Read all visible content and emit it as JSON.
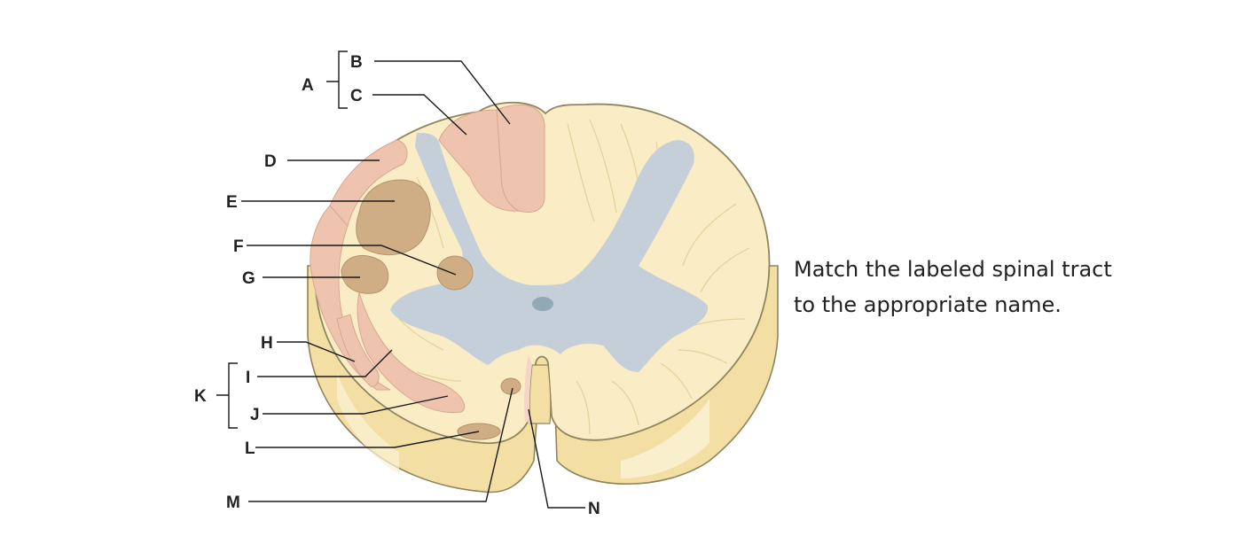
{
  "instructions": {
    "line1": "Match the labeled spinal tract",
    "line2": "to the appropriate name."
  },
  "labels": {
    "A": "A",
    "B": "B",
    "C": "C",
    "D": "D",
    "E": "E",
    "F": "F",
    "G": "G",
    "H": "H",
    "I": "I",
    "J": "J",
    "K": "K",
    "L": "L",
    "M": "M",
    "N": "N"
  },
  "colors": {
    "white_matter": "#faecc5",
    "side_surface": "#f3dfa3",
    "gray_matter": "#c4cfd9",
    "ascending_tract": "#eec4af",
    "descending_tract": "#cfae85",
    "outline": "#8e855e"
  }
}
